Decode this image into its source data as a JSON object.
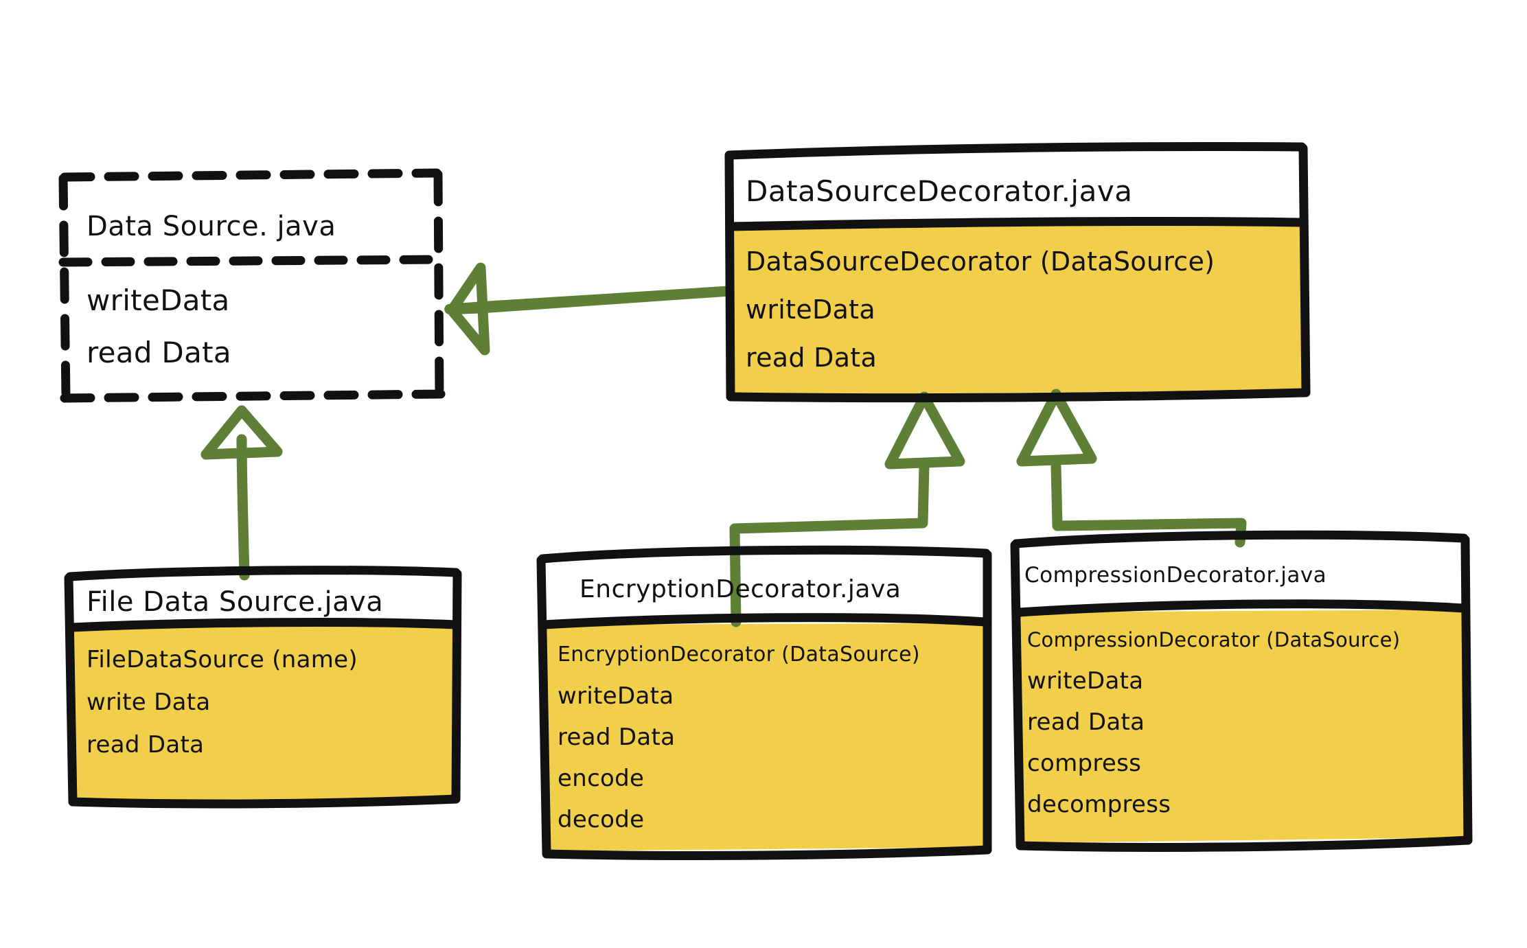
{
  "diagram": {
    "title": "Decorator pattern class diagram",
    "style": "hand-drawn whiteboard sketch",
    "colors": {
      "ink": "#111111",
      "body_fill": "#F2CF4A",
      "header_fill": "#FFFFFF",
      "relation": "#5F7F36",
      "background": "#FFFFFF"
    }
  },
  "classes": [
    {
      "id": "data-source",
      "name": "Data Source. java",
      "kind": "interface",
      "border": "dashed",
      "filled": false,
      "members": [
        "writeData",
        "read Data"
      ]
    },
    {
      "id": "data-source-decorator",
      "name": "DataSourceDecorator.java",
      "kind": "class",
      "border": "solid",
      "filled": true,
      "members": [
        "DataSourceDecorator (DataSource)",
        "writeData",
        "read Data"
      ]
    },
    {
      "id": "file-data-source",
      "name": "File Data Source.java",
      "kind": "class",
      "border": "solid",
      "filled": true,
      "members": [
        "FileDataSource (name)",
        "write Data",
        "read Data"
      ]
    },
    {
      "id": "encryption-decorator",
      "name": "EncryptionDecorator.java",
      "kind": "class",
      "border": "solid",
      "filled": true,
      "members": [
        "EncryptionDecorator (DataSource)",
        "writeData",
        "read Data",
        "encode",
        "decode"
      ]
    },
    {
      "id": "compression-decorator",
      "name": "CompressionDecorator.java",
      "kind": "class",
      "border": "solid",
      "filled": true,
      "members": [
        "CompressionDecorator (DataSource)",
        "writeData",
        "read Data",
        "compress",
        "decompress"
      ]
    }
  ],
  "relations": [
    {
      "id": "rel-decorator-implements-datasource",
      "type": "implements",
      "from": "data-source-decorator",
      "to": "data-source",
      "arrowhead": "hollow-triangle"
    },
    {
      "id": "rel-filedatasource-implements-datasource",
      "type": "implements",
      "from": "file-data-source",
      "to": "data-source",
      "arrowhead": "hollow-triangle"
    },
    {
      "id": "rel-encryption-extends-decorator",
      "type": "extends",
      "from": "encryption-decorator",
      "to": "data-source-decorator",
      "arrowhead": "hollow-triangle"
    },
    {
      "id": "rel-compression-extends-decorator",
      "type": "extends",
      "from": "compression-decorator",
      "to": "data-source-decorator",
      "arrowhead": "hollow-triangle"
    }
  ]
}
